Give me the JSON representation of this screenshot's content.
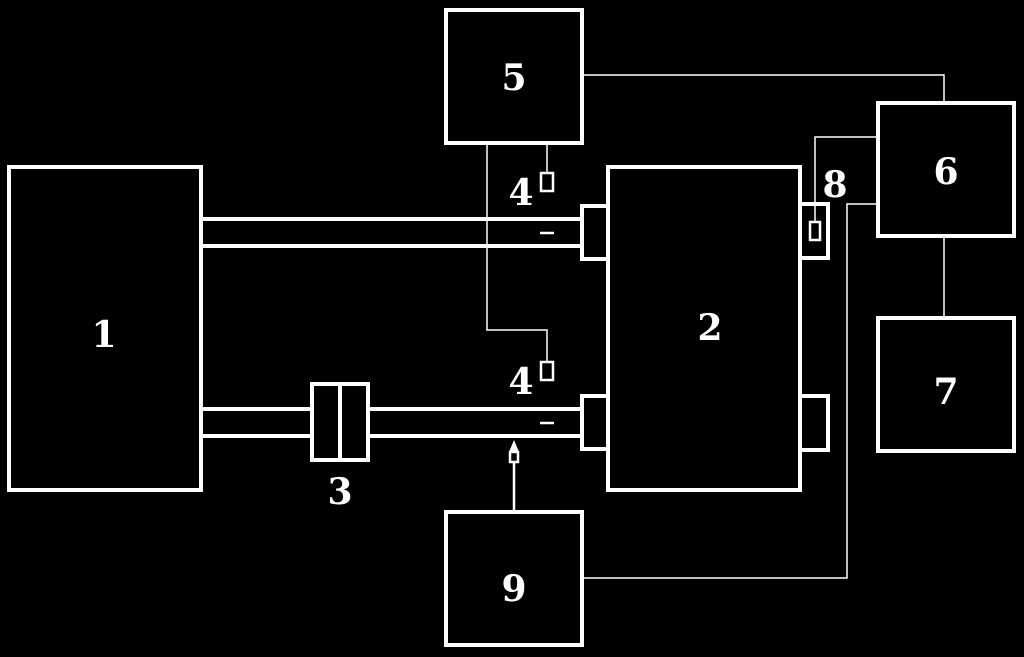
{
  "labels": {
    "block1": "1",
    "block2": "2",
    "coupling3": "3",
    "sensor4_top": "4",
    "sensor4_bottom": "4",
    "block5": "5",
    "block6": "6",
    "block7": "7",
    "sensor8": "8",
    "block9": "9"
  },
  "colors": {
    "background": "#000000",
    "line": "#ffffff"
  }
}
